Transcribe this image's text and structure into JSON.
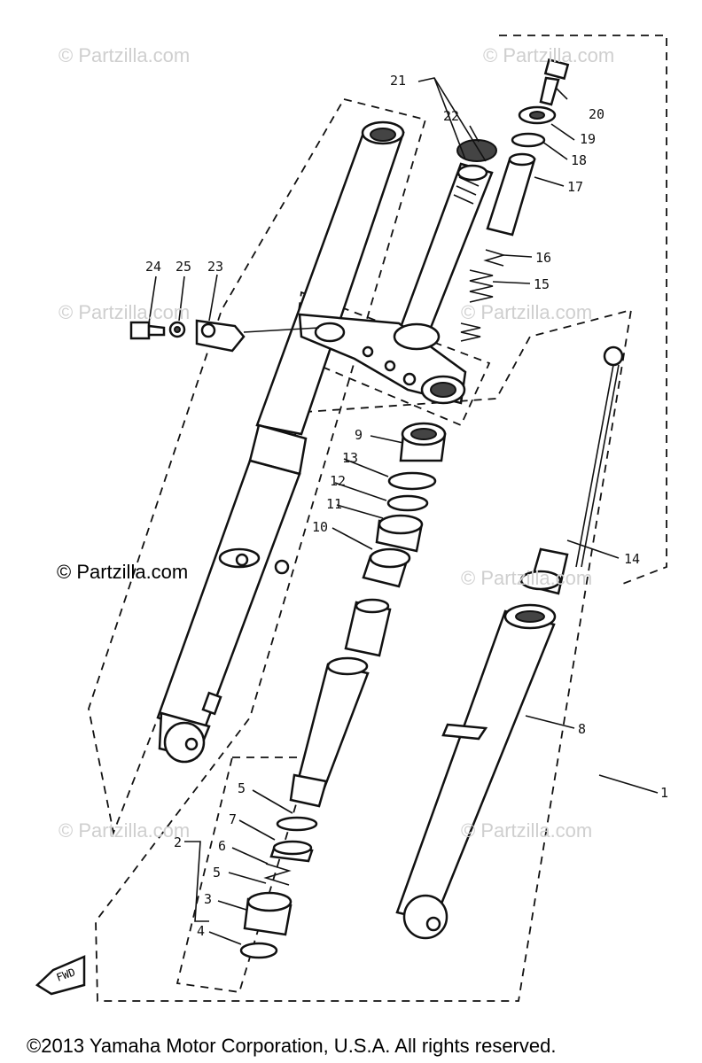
{
  "watermarks": {
    "faint": "© Partzilla.com",
    "dark": "© Partzilla.com"
  },
  "copyright": "©2013  Yamaha Motor Corporation, U.S.A. All rights reserved.",
  "fwd_label": "FWD",
  "callouts": [
    "1",
    "2",
    "3",
    "4",
    "5",
    "6",
    "7",
    "5",
    "8",
    "9",
    "10",
    "11",
    "12",
    "13",
    "14",
    "15",
    "16",
    "17",
    "18",
    "19",
    "20",
    "21",
    "22",
    "23",
    "24",
    "25"
  ]
}
